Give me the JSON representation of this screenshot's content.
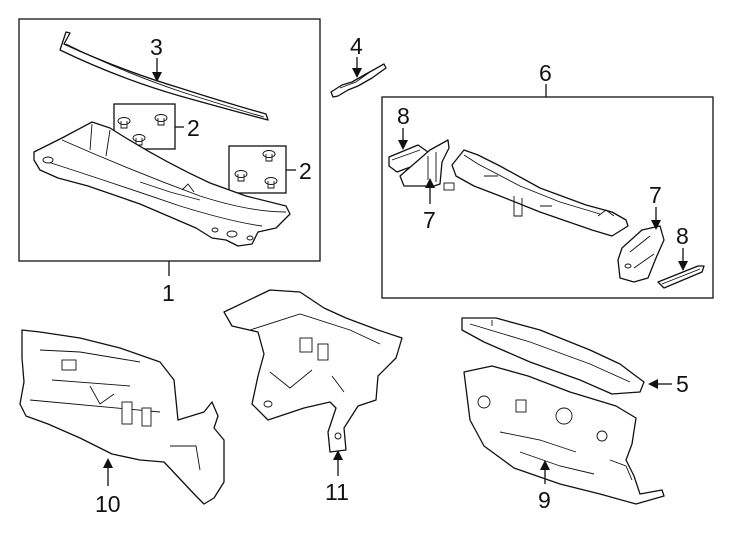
{
  "callouts": {
    "c1": "1",
    "c2a": "2",
    "c2b": "2",
    "c3": "3",
    "c4": "4",
    "c5": "5",
    "c6": "6",
    "c7a": "7",
    "c7b": "7",
    "c8a": "8",
    "c8b": "8",
    "c9": "9",
    "c10": "10",
    "c11": "11"
  },
  "colors": {
    "line": "#111111",
    "background": "#ffffff"
  }
}
